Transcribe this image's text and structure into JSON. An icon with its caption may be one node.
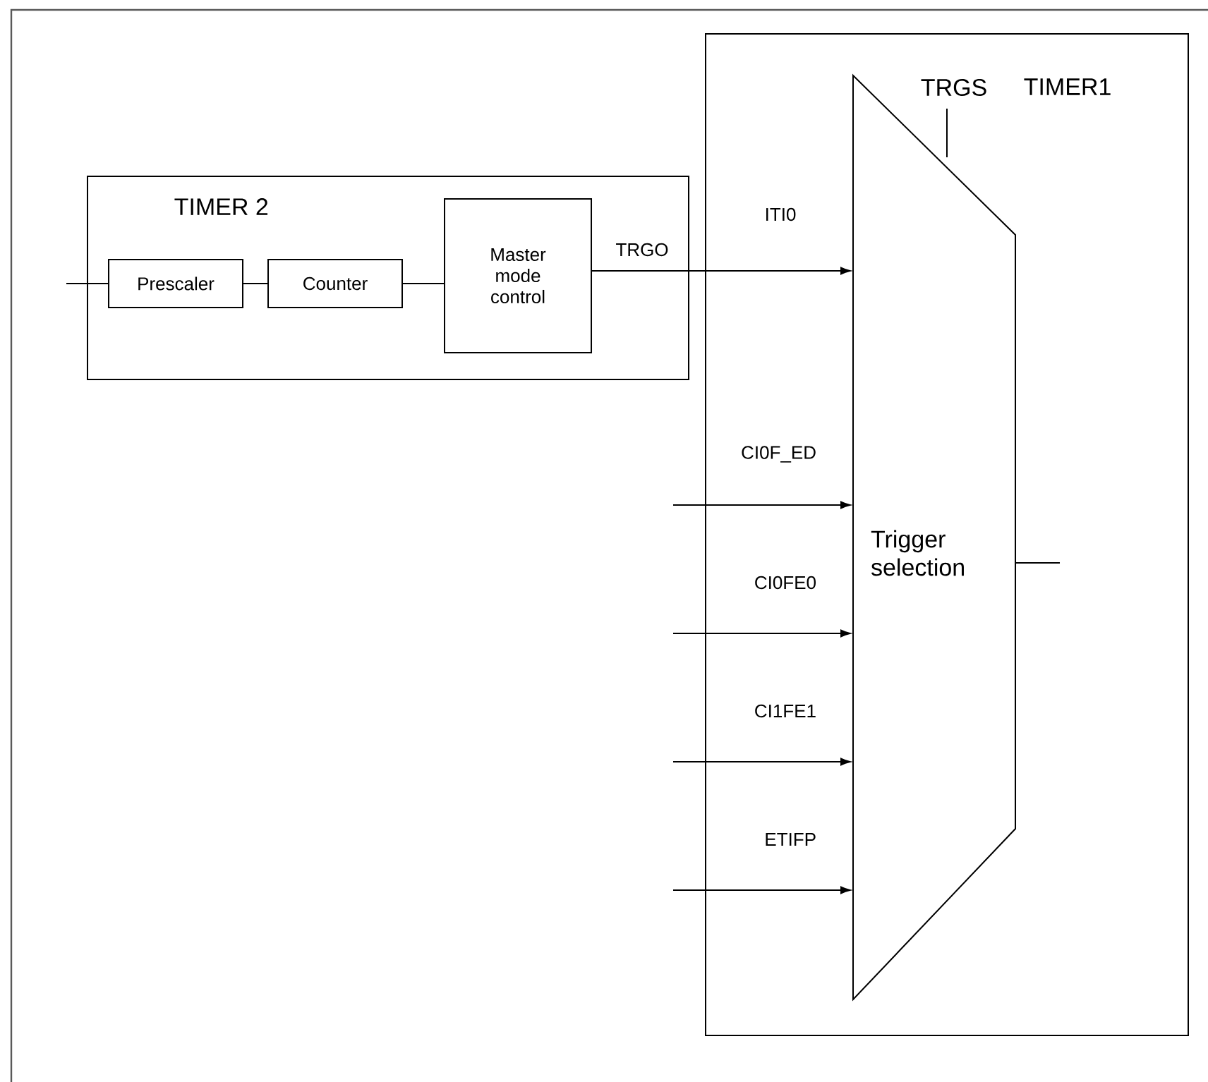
{
  "diagram": {
    "nodes": [
      {
        "text": [
          "TIMER 2"
        ]
      },
      {
        "text": [
          "Prescaler"
        ],
        "in": 0
      },
      {
        "text": [
          "Counter"
        ],
        "in": 0
      },
      {
        "text": [
          "Master mode control"
        ],
        "in": 0
      },
      {
        "text": [
          "TIMER1"
        ]
      },
      {
        "text": [
          "Trigger selection"
        ],
        "in": 4
      }
    ],
    "edges": [
      {
        "from": null,
        "to": 1,
        "arrow": "none"
      },
      {
        "from": 1,
        "to": 2,
        "arrow": "none"
      },
      {
        "from": 2,
        "to": 3,
        "arrow": "none"
      },
      {
        "from": 3,
        "to": 5,
        "arrow": "to",
        "label": "TRGO"
      },
      {
        "from": null,
        "to": 5,
        "arrow": "to",
        "label": "CI0F_ED"
      },
      {
        "from": null,
        "to": 5,
        "arrow": "to",
        "label": "CI0FE0"
      },
      {
        "from": null,
        "to": 5,
        "arrow": "to",
        "label": "CI1FE1"
      },
      {
        "from": null,
        "to": 5,
        "arrow": "to",
        "label": "ETIFP"
      },
      {
        "from": 5,
        "to": null,
        "arrow": "none"
      },
      {
        "from": 5,
        "to": null,
        "arrow": "none",
        "label": "TRGS"
      }
    ],
    "labels": [
      "ITI0"
    ]
  }
}
